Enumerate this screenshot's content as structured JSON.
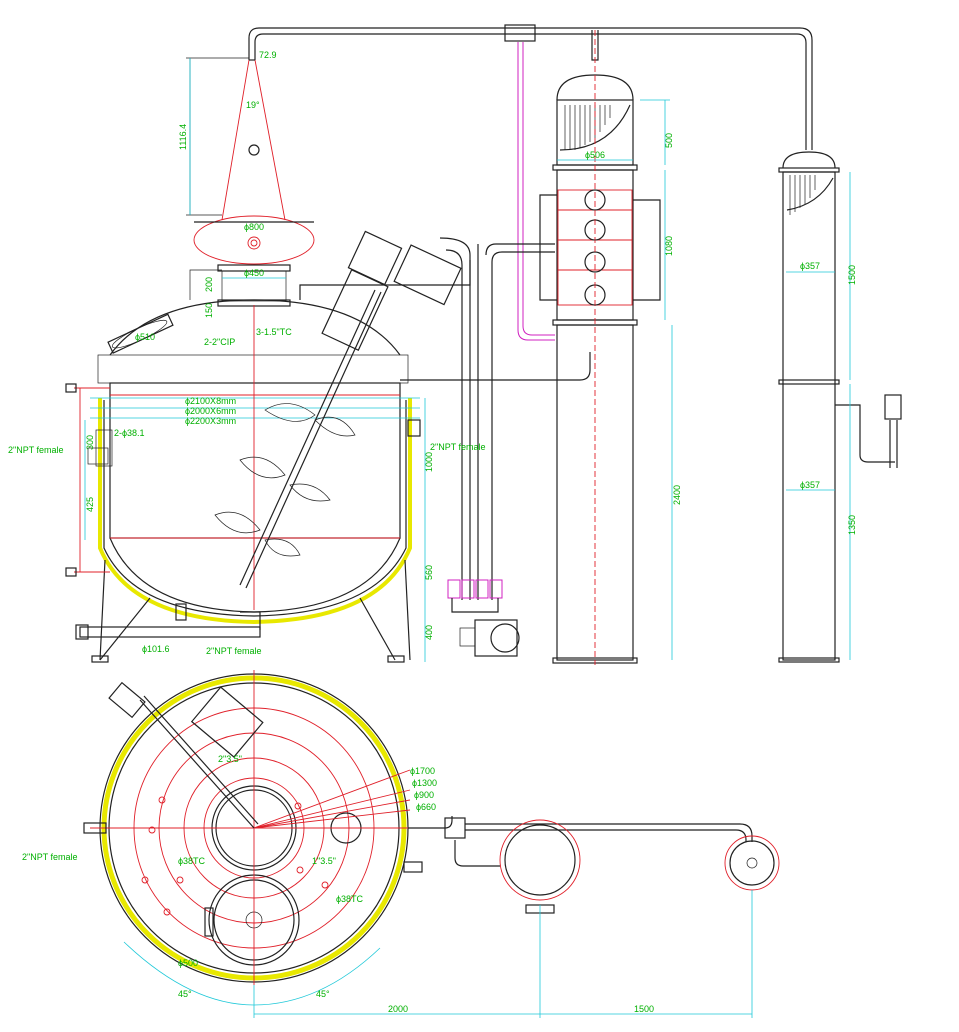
{
  "diagram": {
    "labels": {
      "cone_top_dia": "72.9",
      "cone_height": "1116.4",
      "cone_angle": "19°",
      "helmet_dia": "ϕ800",
      "neck_dia": "ϕ450",
      "neck_h1": "200",
      "neck_h2": "150",
      "cip": "2-2\"CIP",
      "tc_ports": "3-1.5\"TC",
      "manway": "ϕ510",
      "dia_inner": "ϕ2100X8mm",
      "dia_jacket": "ϕ2000X6mm",
      "dia_outer": "ϕ2200X3mm",
      "npt_left": "2\"NPT female",
      "npt_right": "2\"NPT female",
      "sight_ports": "2-ϕ38.1",
      "h_300": "300",
      "h_425": "425",
      "h_1000": "1000",
      "h_560": "560",
      "h_400": "400",
      "outlet_dia": "ϕ101.6",
      "npt_bottom": "2\"NPT female",
      "col1_top_h": "500",
      "col1_dia": "ϕ506",
      "col1_mid_h": "1080",
      "col1_low_h": "2400",
      "col2_dia_top": "ϕ357",
      "col2_dia_bot": "ϕ357",
      "col2_h_top": "1500",
      "col2_h_bot": "1350",
      "plan_d1": "ϕ1700",
      "plan_d2": "ϕ1300",
      "plan_d3": "ϕ900",
      "plan_d4": "ϕ660",
      "plan_port1": "2\"3.5\"",
      "plan_port2": "ϕ38TC",
      "plan_port3": "1\"3.5\"",
      "plan_port4": "ϕ38TC",
      "plan_npt": "2\"NPT female",
      "plan_manway": "ϕ500",
      "plan_ang1": "45°",
      "plan_ang2": "45°",
      "plan_dist1": "2000",
      "plan_dist2": "1500"
    }
  }
}
